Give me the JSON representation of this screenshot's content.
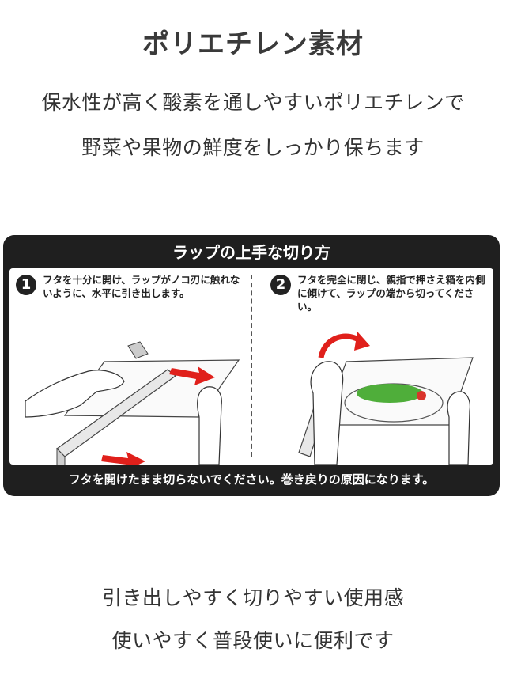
{
  "title": "ポリエチレン素材",
  "description": [
    "保水性が高く酸素を通しやすいポリエチレンで",
    "野菜や果物の鮮度をしっかり保ちます"
  ],
  "instructions": {
    "heading": "ラップの上手な切り方",
    "steps": [
      {
        "number": "1",
        "text": "フタを十分に開け、ラップがノコ刃に触れないように、水平に引き出します。"
      },
      {
        "number": "2",
        "text": "フタを完全に閉じ、親指で押さえ箱を内側に傾けて、ラップの端から切ってください。"
      }
    ],
    "warning": "フタを開けたまま切らないでください。巻き戻りの原因になります。"
  },
  "closing": [
    "引き出しやすく切りやすい使用感",
    "使いやすく普段使いに便利です"
  ],
  "colors": {
    "panel": "#1f1f1f",
    "arrow": "#e0201b",
    "text": "#333333"
  }
}
